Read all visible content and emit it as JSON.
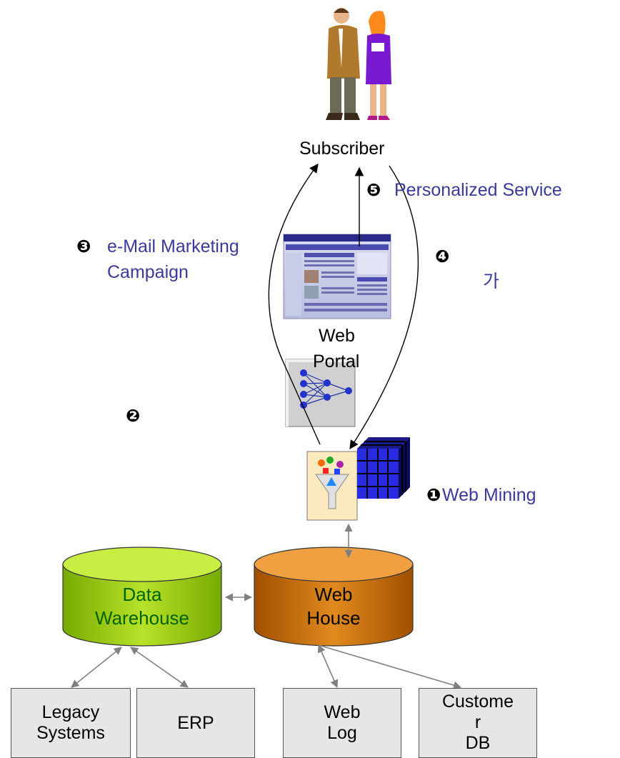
{
  "subscriber": {
    "label": "Subscriber"
  },
  "steps": {
    "step1": {
      "marker": "❶",
      "label": "Web Mining"
    },
    "step2": {
      "marker": "❷"
    },
    "step3": {
      "marker": "❸",
      "label_line1": "e-Mail Marketing",
      "label_line2": "Campaign"
    },
    "step4": {
      "marker": "❹",
      "label": "가"
    },
    "step5": {
      "marker": "❺",
      "label": "Personalized Service"
    }
  },
  "web_portal": {
    "label_line1": "Web",
    "label_line2": "Portal"
  },
  "cylinders": {
    "data_warehouse": {
      "line1": "Data",
      "line2": "Warehouse",
      "color": "#99cc00"
    },
    "web_house": {
      "line1": "Web",
      "line2": "House",
      "color": "#cc6600"
    }
  },
  "sources": [
    {
      "line1": "Legacy",
      "line2": "Systems"
    },
    {
      "line1": "ERP",
      "line2": ""
    },
    {
      "line1": "Web",
      "line2": "Log"
    },
    {
      "line1": "Custome",
      "line2": "r",
      "line3": "DB"
    }
  ],
  "colors": {
    "label_blue": "#3a3a9a",
    "arrow_gray": "#808080",
    "box_fill": "#e6e6e6"
  }
}
